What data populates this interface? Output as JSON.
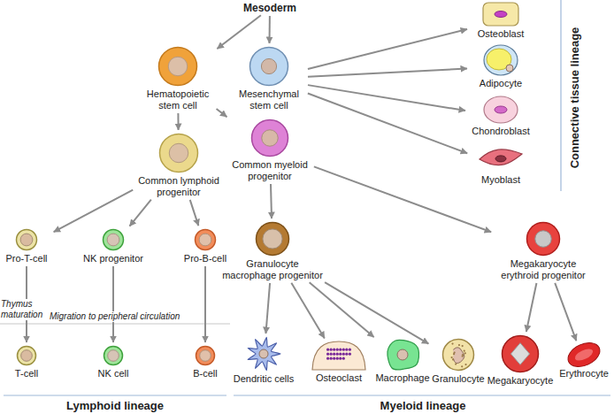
{
  "diagram": {
    "nodes": [
      {
        "text": [
          "Mesoderm"
        ]
      },
      {
        "text": [
          "Hematopoietic stem cell"
        ]
      },
      {
        "text": [
          "Mesenchymal stem cell"
        ]
      },
      {
        "text": [
          "Osteoblast"
        ]
      },
      {
        "text": [
          "Adipocyte"
        ]
      },
      {
        "text": [
          "Chondroblast"
        ]
      },
      {
        "text": [
          "Myoblast"
        ]
      },
      {
        "text": [
          "Common lymphoid progenitor"
        ]
      },
      {
        "text": [
          "Common myeloid progenitor"
        ]
      },
      {
        "text": [
          "Pro-T-cell"
        ]
      },
      {
        "text": [
          "NK progenitor"
        ]
      },
      {
        "text": [
          "Pro-B-cell"
        ]
      },
      {
        "text": [
          "Granulocyte macrophage progenitor"
        ]
      },
      {
        "text": [
          "Megakaryocyte erythroid progenitor"
        ]
      },
      {
        "text": [
          "T-cell"
        ]
      },
      {
        "text": [
          "NK cell"
        ]
      },
      {
        "text": [
          "B-cell"
        ]
      },
      {
        "text": [
          "Dendritic cells"
        ]
      },
      {
        "text": [
          "Osteoclast"
        ]
      },
      {
        "text": [
          "Macrophage"
        ]
      },
      {
        "text": [
          "Granulocyte"
        ]
      },
      {
        "text": [
          "Megakaryocyte"
        ]
      },
      {
        "text": [
          "Erythrocyte"
        ]
      }
    ],
    "edges": [
      {
        "from": 0,
        "to": 1,
        "arrow": "to"
      },
      {
        "from": 0,
        "to": 2,
        "arrow": "to"
      },
      {
        "from": 2,
        "to": 3,
        "arrow": "to"
      },
      {
        "from": 2,
        "to": 4,
        "arrow": "to"
      },
      {
        "from": 2,
        "to": 5,
        "arrow": "to"
      },
      {
        "from": 2,
        "to": 6,
        "arrow": "to"
      },
      {
        "from": 1,
        "to": 7,
        "arrow": "to"
      },
      {
        "from": 1,
        "to": 8,
        "arrow": "to"
      },
      {
        "from": 7,
        "to": 9,
        "arrow": "to"
      },
      {
        "from": 7,
        "to": 10,
        "arrow": "to"
      },
      {
        "from": 7,
        "to": 11,
        "arrow": "to"
      },
      {
        "from": 8,
        "to": 12,
        "arrow": "to"
      },
      {
        "from": 8,
        "to": 13,
        "arrow": "to"
      },
      {
        "from": 9,
        "to": 14,
        "arrow": "to"
      },
      {
        "from": 10,
        "to": 15,
        "arrow": "to"
      },
      {
        "from": 11,
        "to": 16,
        "arrow": "to"
      },
      {
        "from": 12,
        "to": 17,
        "arrow": "to"
      },
      {
        "from": 12,
        "to": 18,
        "arrow": "to"
      },
      {
        "from": 12,
        "to": 19,
        "arrow": "to"
      },
      {
        "from": 12,
        "to": 20,
        "arrow": "to"
      },
      {
        "from": 13,
        "to": 21,
        "arrow": "to"
      },
      {
        "from": 13,
        "to": 22,
        "arrow": "to"
      }
    ],
    "labels": [
      "Connective tissue lineage",
      "Thymus maturation",
      "Migration to peripheral circulation",
      "Lymphoid lineage",
      "Myeloid lineage"
    ]
  }
}
